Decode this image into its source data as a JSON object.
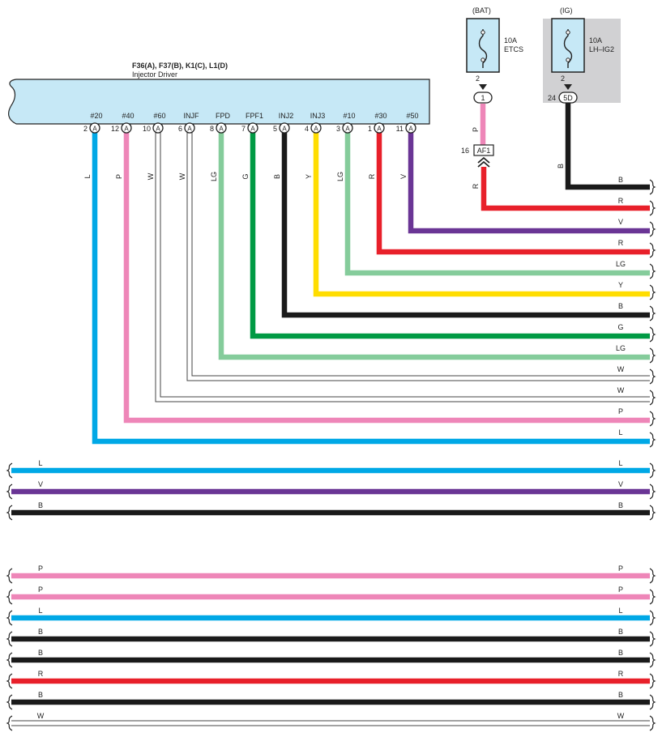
{
  "colors": {
    "L": "#00a8e6",
    "P": "#ee86b8",
    "W": "#ffffff",
    "LG": "#85cc9b",
    "G": "#009a44",
    "B": "#1a1a1a",
    "Y": "#ffdd00",
    "R": "#e8202a",
    "V": "#6a3595",
    "component_fill": "#c6e8f6",
    "ig_shade": "#d1d1d3"
  },
  "component": {
    "ids": "F36(A), F37(B), K1(C), L1(D)",
    "name": "Injector Driver"
  },
  "fuses": [
    {
      "source": "(BAT)",
      "rating": "10A",
      "name": "ETCS",
      "pin": "2",
      "shaded": false
    },
    {
      "source": "(IG)",
      "rating": "10A",
      "name": "LH–IG2",
      "pin": "2",
      "shaded": true
    }
  ],
  "junctions": {
    "etcs_connector": {
      "label": "1"
    },
    "ig2_connector": {
      "label": "5D",
      "pin": "24"
    },
    "af1": {
      "label": "AF1",
      "pin": "16"
    }
  },
  "fuse_wires": [
    {
      "color_code": "P",
      "segment": "fuse-to-connector"
    },
    {
      "color_code": "R",
      "segment": "af1-to-bus"
    },
    {
      "color_code": "B",
      "segment": "ig2-to-bus"
    }
  ],
  "pins": [
    {
      "label": "#20",
      "pin": "2",
      "connector": "A",
      "wire": "L"
    },
    {
      "label": "#40",
      "pin": "12",
      "connector": "A",
      "wire": "P"
    },
    {
      "label": "#60",
      "pin": "10",
      "connector": "A",
      "wire": "W"
    },
    {
      "label": "INJF",
      "pin": "6",
      "connector": "A",
      "wire": "W"
    },
    {
      "label": "FPD",
      "pin": "8",
      "connector": "A",
      "wire": "LG"
    },
    {
      "label": "FPF1",
      "pin": "7",
      "connector": "A",
      "wire": "G"
    },
    {
      "label": "INJ2",
      "pin": "5",
      "connector": "A",
      "wire": "B"
    },
    {
      "label": "INJ3",
      "pin": "4",
      "connector": "A",
      "wire": "Y"
    },
    {
      "label": "#10",
      "pin": "3",
      "connector": "A",
      "wire": "LG"
    },
    {
      "label": "#30",
      "pin": "1",
      "connector": "A",
      "wire": "R"
    },
    {
      "label": "#50",
      "pin": "11",
      "connector": "A",
      "wire": "V"
    }
  ],
  "bus_right_labels": [
    "B",
    "R",
    "V",
    "R",
    "LG",
    "Y",
    "B",
    "G",
    "LG",
    "W",
    "W",
    "P",
    "L"
  ],
  "section2_wires": [
    "L",
    "V",
    "B"
  ],
  "section3_wires": [
    "P",
    "P",
    "L",
    "B",
    "B",
    "R",
    "B",
    "W"
  ]
}
